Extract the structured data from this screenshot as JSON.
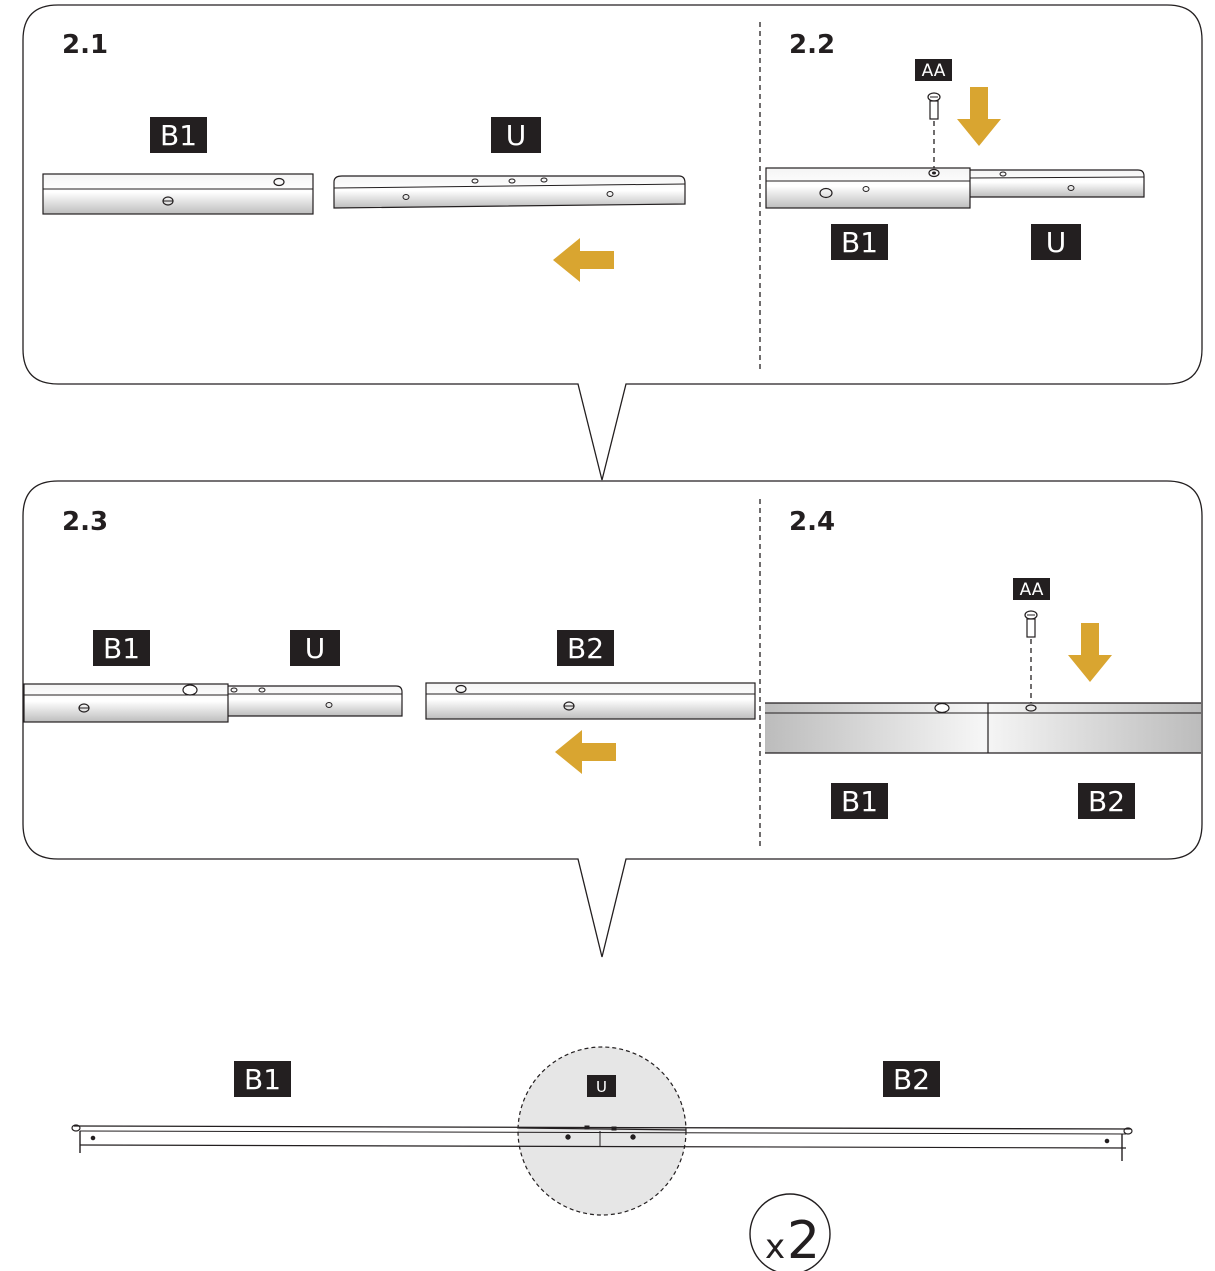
{
  "steps": {
    "s21": "2.1",
    "s22": "2.2",
    "s23": "2.3",
    "s24": "2.4"
  },
  "parts": {
    "b1": "B1",
    "b2": "B2",
    "u": "U",
    "screw": "AA"
  },
  "quantity": {
    "x": "x",
    "n": "2"
  },
  "colors": {
    "arrow": "#d9a530",
    "tag": "#231f20",
    "panel_border": "#231f20",
    "magnifier": "#e6e6e6"
  },
  "icons": [
    "arrow-left-icon",
    "arrow-down-icon",
    "screw-icon"
  ]
}
